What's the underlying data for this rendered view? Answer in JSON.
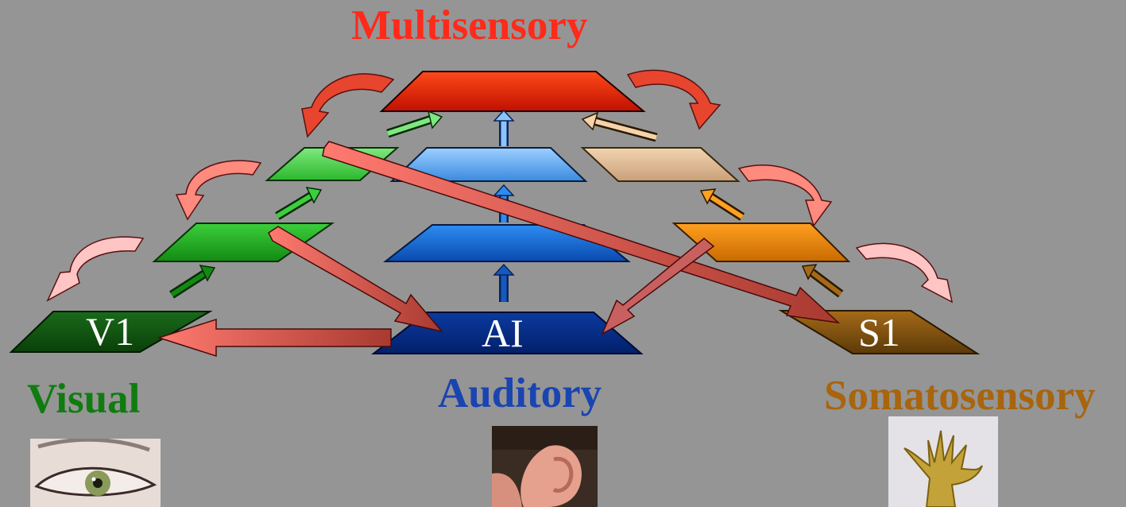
{
  "titles": {
    "multisensory": "Multisensory",
    "visual": "Visual",
    "auditory": "Auditory",
    "somatosensory": "Somatosensory"
  },
  "areas": {
    "v1": "V1",
    "ai": "AI",
    "s1": "S1"
  },
  "colors": {
    "multisensory": "#ff2a1a",
    "visual": "#107c10",
    "auditory": "#1a44b0",
    "somatosensory": "#a8650d",
    "background": "#959595"
  },
  "photos": {
    "visual": "eye photo",
    "auditory": "ear photo",
    "somatosensory": "hand sculpture photo"
  }
}
